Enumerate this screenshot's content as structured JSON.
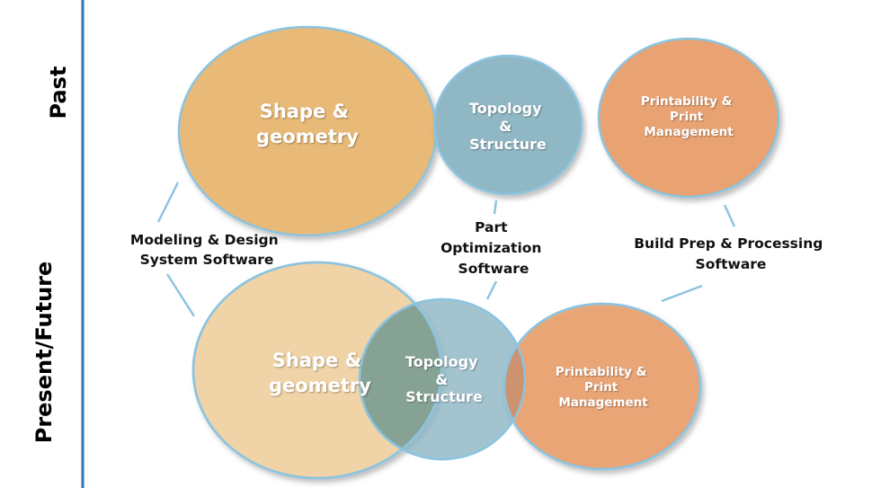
{
  "row_labels": {
    "past": "Past",
    "present": "Present/Future"
  },
  "past": {
    "shape": [
      "Shape &",
      "geometry"
    ],
    "topology": [
      "Topology",
      "&",
      "Structure"
    ],
    "printability": [
      "Printability &",
      "Print",
      "Management"
    ]
  },
  "present": {
    "shape": [
      "Shape &",
      "geometry"
    ],
    "topology": [
      "Topology",
      "&",
      "Structure"
    ],
    "printability": [
      "Printability &",
      "Print",
      "Management"
    ]
  },
  "connectors": {
    "modeling": [
      "Modeling & Design",
      "System Software"
    ],
    "optimization": [
      "Part",
      "Optimization",
      "Software"
    ],
    "buildprep": [
      "Build Prep & Processing",
      "Software"
    ]
  },
  "colors": {
    "shape_past": "#E8B977",
    "shape_present": "#F0D3A6",
    "topology": "#8FB7C4",
    "printability": "#E9A271",
    "outline": "#8CC4E0",
    "axis_line": "#2E75B6"
  }
}
